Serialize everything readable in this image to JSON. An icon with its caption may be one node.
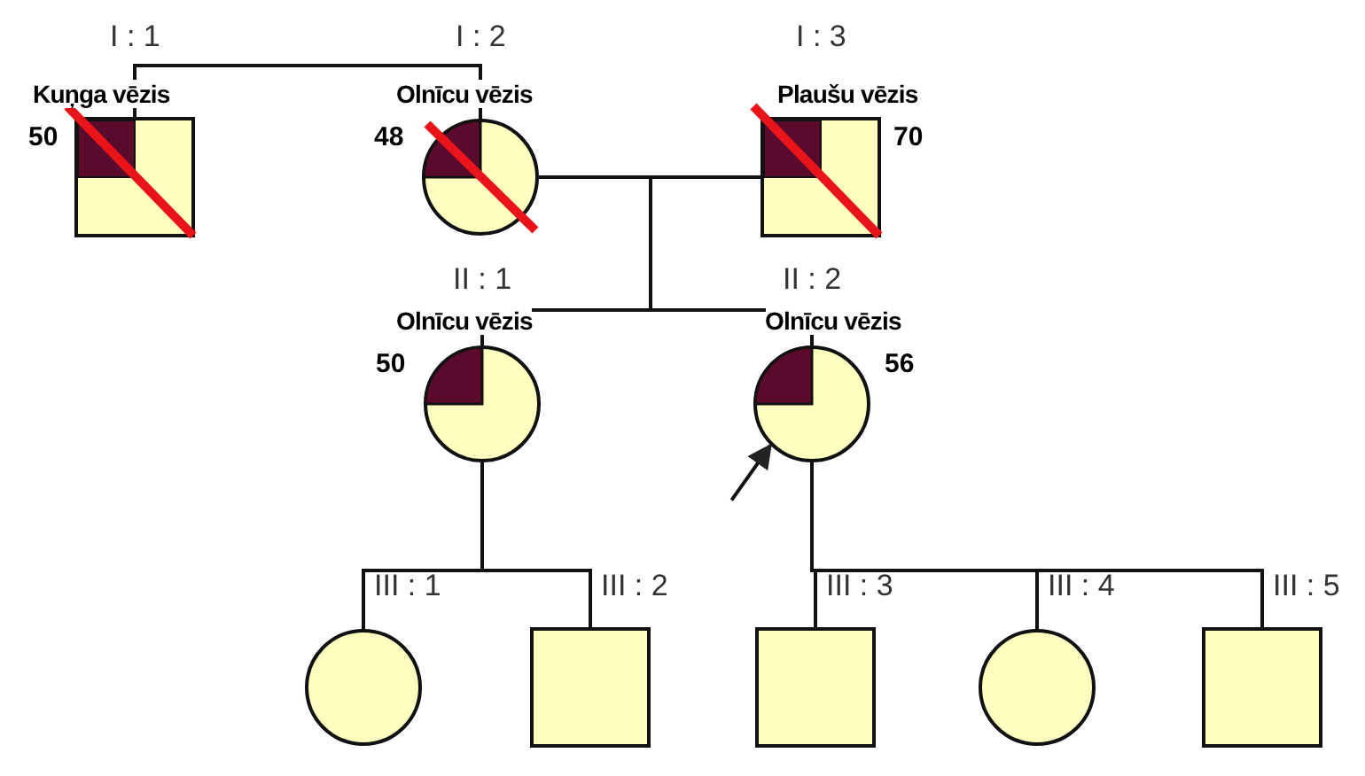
{
  "diagram": {
    "nodes": [
      {
        "text": [
          "I : 1"
        ],
        "beside": [
          "Kuņga vēzis",
          "50"
        ]
      },
      {
        "text": [
          "I : 2"
        ],
        "beside": [
          "Olnīcu vēzis",
          "48"
        ]
      },
      {
        "text": [
          "I : 3"
        ],
        "beside": [
          "Plaušu vēzis",
          "70"
        ]
      },
      {
        "text": [
          "II : 1"
        ],
        "beside": [
          "Olnīcu vēzis",
          "50"
        ]
      },
      {
        "text": [
          "II : 2"
        ],
        "beside": [
          "Olnīcu vēzis",
          "56"
        ]
      },
      {
        "text": [
          "III : 1"
        ]
      },
      {
        "text": [
          "III : 2"
        ]
      },
      {
        "text": [
          "III : 3"
        ]
      },
      {
        "text": [
          "III : 4"
        ]
      },
      {
        "text": [
          "III : 5"
        ]
      }
    ],
    "edges": [
      {
        "from": 0,
        "to": 1,
        "arrow": "none"
      },
      {
        "from": 1,
        "to": 2,
        "arrow": "none"
      },
      {
        "from": 1,
        "to": 3,
        "arrow": "none"
      },
      {
        "from": 2,
        "to": 3,
        "arrow": "none"
      },
      {
        "from": 1,
        "to": 4,
        "arrow": "none"
      },
      {
        "from": 2,
        "to": 4,
        "arrow": "none"
      },
      {
        "from": 3,
        "to": 5,
        "arrow": "none"
      },
      {
        "from": 3,
        "to": 6,
        "arrow": "none"
      },
      {
        "from": 4,
        "to": 7,
        "arrow": "none"
      },
      {
        "from": 4,
        "to": 8,
        "arrow": "none"
      },
      {
        "from": 4,
        "to": 9,
        "arrow": "none"
      },
      {
        "from": null,
        "to": 4,
        "arrow": "to"
      }
    ]
  }
}
